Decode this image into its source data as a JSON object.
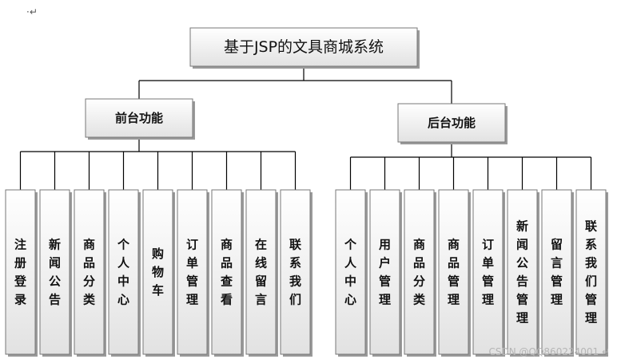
{
  "header_mark": "·↵",
  "root": {
    "label": "基于JSP的文具商城系统"
  },
  "groups": [
    {
      "label": "前台功能",
      "leaves": [
        "注册登录",
        "新闻公告",
        "商品分类",
        "个人中心",
        "购物车",
        "订单管理",
        "商品查看",
        "在线留言",
        "联系我们"
      ]
    },
    {
      "label": "后台功能",
      "leaves": [
        "个人中心",
        "用户管理",
        "商品分类",
        "商品管理",
        "订单管理",
        "新闻公告管理",
        "留言管理",
        "联系我们管理"
      ]
    }
  ],
  "watermark": "CSDN @QQ860224001 ↵",
  "colors": {
    "box_top": "#ffffff",
    "box_bottom": "#e2e2e2",
    "border": "#777777",
    "line": "#000000",
    "shadow": "#9a9a9a"
  }
}
